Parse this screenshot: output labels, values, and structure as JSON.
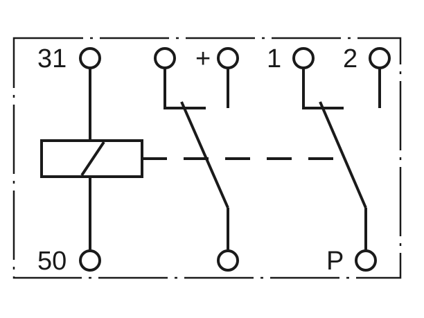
{
  "labels": {
    "t31": "31",
    "t50": "50",
    "plus": "+",
    "t1": "1",
    "t2": "2",
    "tP": "P"
  },
  "colors": {
    "line": "#1a1a1a",
    "background": "#ffffff"
  }
}
